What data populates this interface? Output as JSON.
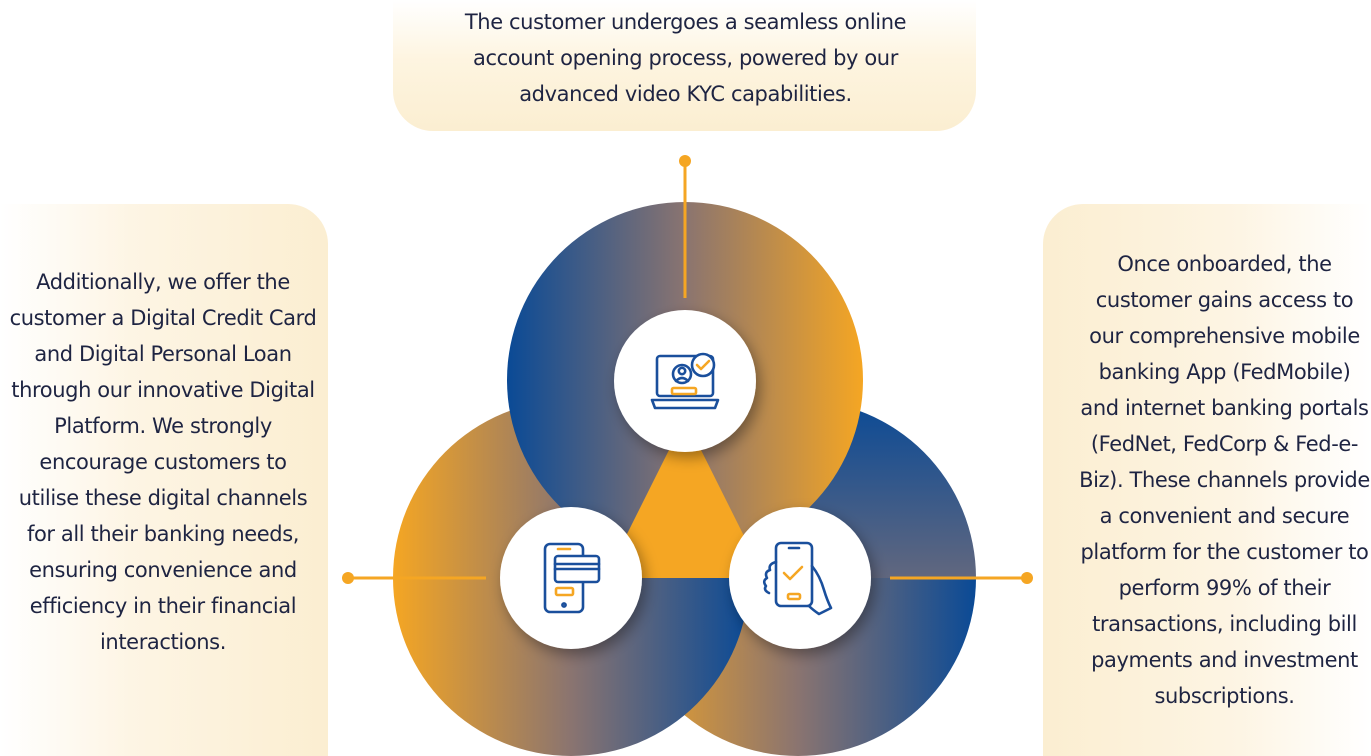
{
  "top_card": {
    "text": "The customer undergoes a seamless online account opening process, powered by our advanced video KYC capabilities."
  },
  "left_card": {
    "text": "Additionally, we offer the customer a Digital Credit Card and Digital Personal Loan through our innovative Digital Platform. We strongly encourage customers to utilise these digital channels for all their banking needs, ensuring convenience and efficiency in their financial interactions."
  },
  "right_card": {
    "text": "Once onboarded, the customer gains access to our comprehensive mobile banking App (FedMobile) and internet banking portals (FedNet, FedCorp & Fed-e-Biz). These channels provide a convenient and secure platform for the customer to perform 99% of their transactions, including bill payments and investment subscriptions."
  },
  "nodes": [
    {
      "icon": "laptop-video-kyc-icon"
    },
    {
      "icon": "mobile-credit-card-icon"
    },
    {
      "icon": "hand-phone-check-icon"
    }
  ],
  "colors": {
    "navy": "#0a4a96",
    "amber": "#f5a623",
    "accent_line": "#f5a623",
    "icon_blue": "#1a4f9c",
    "icon_amber": "#f5a623",
    "card_fill": "#fbeed1",
    "text": "#1e2442"
  }
}
